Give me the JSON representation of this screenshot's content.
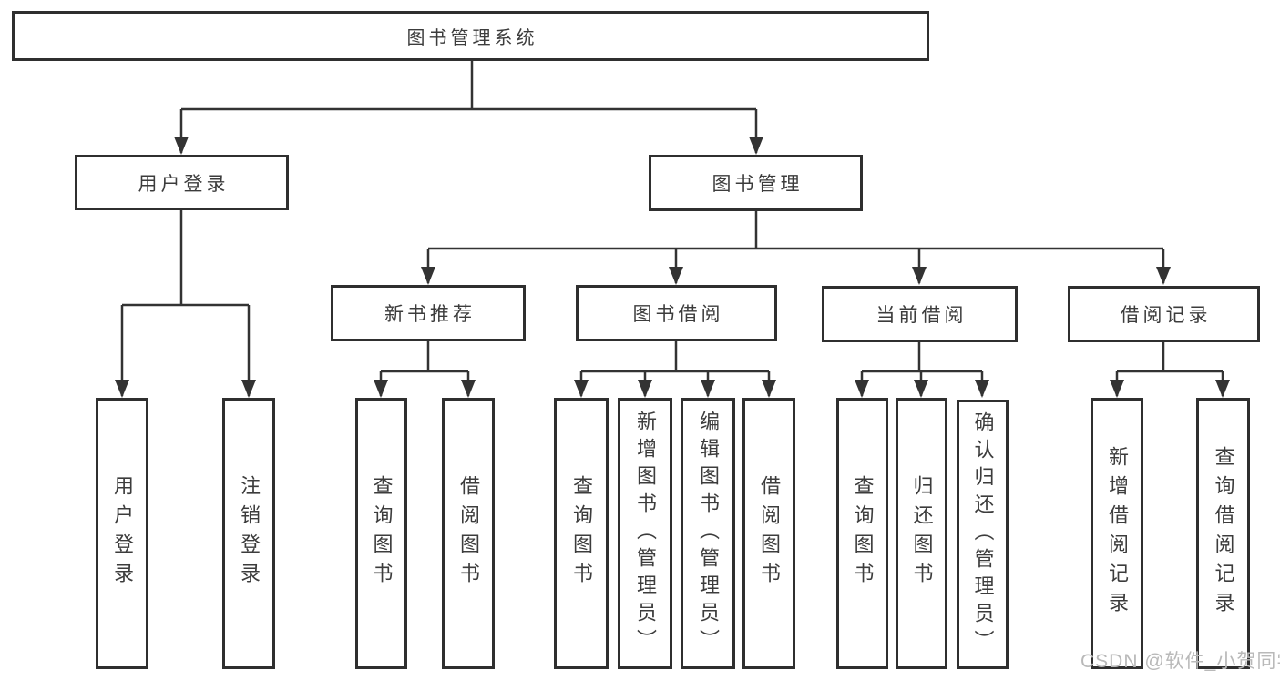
{
  "tree": {
    "label": "图书管理系统",
    "children": [
      {
        "label": "用户登录",
        "children": [
          {
            "label": "用户登录"
          },
          {
            "label": "注销登录"
          }
        ]
      },
      {
        "label": "图书管理",
        "children": [
          {
            "label": "新书推荐",
            "children": [
              {
                "label": "查询图书"
              },
              {
                "label": "借阅图书"
              }
            ]
          },
          {
            "label": "图书借阅",
            "children": [
              {
                "label": "查询图书"
              },
              {
                "label": "新增图书（管理员）"
              },
              {
                "label": "编辑图书（管理员）"
              },
              {
                "label": "借阅图书"
              }
            ]
          },
          {
            "label": "当前借阅",
            "children": [
              {
                "label": "查询图书"
              },
              {
                "label": "归还图书"
              },
              {
                "label": "确认归还（管理员）"
              }
            ]
          },
          {
            "label": "借阅记录",
            "children": [
              {
                "label": "新增借阅记录"
              },
              {
                "label": "查询借阅记录"
              }
            ]
          }
        ]
      }
    ]
  },
  "watermark": "CSDN @软件_小贺同学",
  "colors": {
    "line": "#333333",
    "text": "#3c3c3c",
    "watermark": "#b9b9b9"
  }
}
